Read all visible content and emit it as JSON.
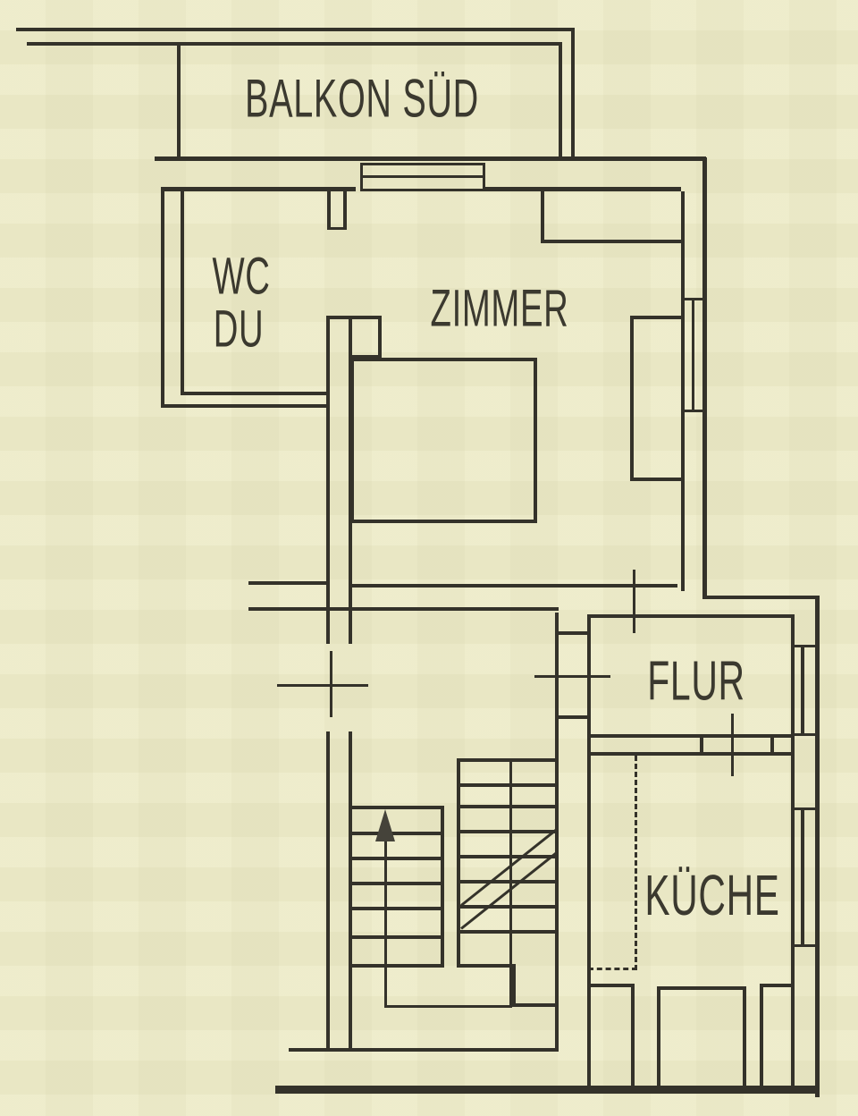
{
  "document": {
    "kind": "scanned apartment floor plan",
    "language": "German"
  },
  "colors": {
    "paper": "#edebc7",
    "line": "#34322a",
    "text": "#3b392f",
    "arrow": "#45433a"
  },
  "rooms": {
    "balcony": {
      "label": "BALKON SÜD"
    },
    "bathroom": {
      "label_line1": "WC",
      "label_line2": "DU"
    },
    "room": {
      "label": "ZIMMER"
    },
    "hallway": {
      "label": "FLUR"
    },
    "kitchen": {
      "label": "KÜCHE"
    }
  },
  "stairs": {
    "direction": "up",
    "flights": 2
  }
}
